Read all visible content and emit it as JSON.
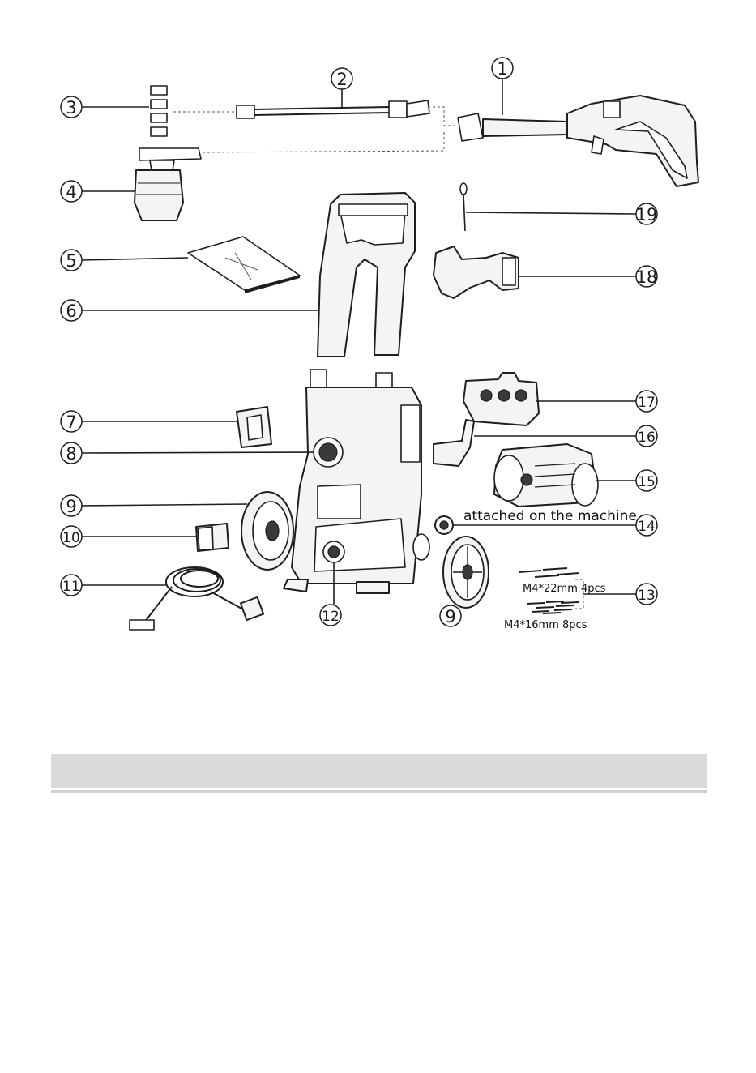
{
  "callouts": {
    "c1": "1",
    "c2": "2",
    "c3": "3",
    "c4": "4",
    "c5": "5",
    "c6": "6",
    "c7": "7",
    "c8": "8",
    "c9a": "9",
    "c9b": "9",
    "c10": "10",
    "c11": "11",
    "c12": "12",
    "c13": "13",
    "c14": "14",
    "c15": "15",
    "c16": "16",
    "c17": "17",
    "c18": "18",
    "c19": "19"
  },
  "notes": {
    "attached": "attached on the machine",
    "screws_long": "M4*22mm 4pcs",
    "screws_short": "M4*16mm 8pcs"
  },
  "colors": {
    "section_bar": "#d9d9d9",
    "line": "#1e1e1e"
  }
}
